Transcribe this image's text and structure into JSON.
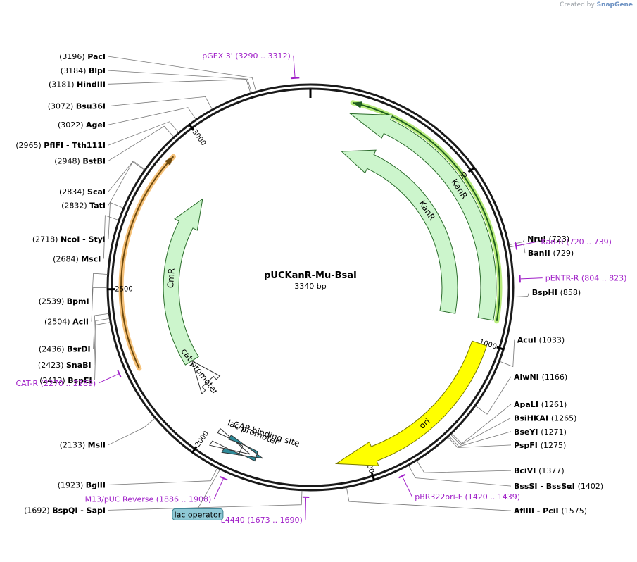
{
  "brand": {
    "created_by": "Created by",
    "name": "SnapGene"
  },
  "plasmid": {
    "name": "pUCKanR-Mu-BsaI",
    "length": "3340 bp",
    "total_bp": 3340
  },
  "ticks": [
    {
      "bp": 500,
      "label": "500"
    },
    {
      "bp": 1000,
      "label": "1000"
    },
    {
      "bp": 1500,
      "label": "1500"
    },
    {
      "bp": 2000,
      "label": "2000"
    },
    {
      "bp": 2500,
      "label": "2500"
    },
    {
      "bp": 3000,
      "label": "3000"
    }
  ],
  "features": [
    {
      "name": "KanR",
      "type": "gene",
      "start": 120,
      "end": 930,
      "track": 1,
      "color": "#ccf5cc",
      "outline": "#2a6b2a",
      "direction": "ccw",
      "label": "KanR"
    },
    {
      "name": "KanR",
      "type": "gene",
      "start": 120,
      "end": 930,
      "track": 2,
      "color": "#ccf5cc",
      "outline": "#2a6b2a",
      "direction": "ccw",
      "label": "KanR"
    },
    {
      "name": "ori",
      "type": "rep_origin",
      "start": 1005,
      "end": 1593,
      "track": 1,
      "color": "#ffff00",
      "outline": "#777700",
      "direction": "cw",
      "label": "ori"
    },
    {
      "name": "CmR",
      "type": "gene",
      "start": 2210,
      "end": 2870,
      "track": 2,
      "color": "#ccf5cc",
      "outline": "#2a6b2a",
      "direction": "cw",
      "label": "CmR"
    },
    {
      "name": "cat promoter",
      "type": "promoter",
      "start": 2110,
      "end": 2210,
      "track": 2,
      "color": "#ffffff",
      "outline": "#333333",
      "direction": "cw",
      "label": "cat promoter"
    }
  ],
  "highlights": [
    {
      "name": "kanr-primer-highlight",
      "start": 120,
      "end": 930,
      "track": 1,
      "color": "#1f5f1f",
      "glow": "#b9ec7c",
      "direction": "ccw"
    },
    {
      "name": "cat-r-highlight",
      "start": 2270,
      "end": 2910,
      "track": 1,
      "color": "#6e4a0e",
      "glow": "#f6c27a",
      "direction": "cw"
    }
  ],
  "small_features": [
    {
      "name": "lac promoter",
      "start": 1855,
      "end": 1885,
      "label": "lac promoter"
    },
    {
      "name": "CAP binding site",
      "start": 1815,
      "end": 1835,
      "label": "CAP binding site"
    }
  ],
  "enzymes": [
    {
      "name": "PacI",
      "pos": "(3196)",
      "bp": 3196
    },
    {
      "name": "BlpI",
      "pos": "(3184)",
      "bp": 3184
    },
    {
      "name": "HindIII",
      "pos": "(3181)",
      "bp": 3181
    },
    {
      "name": "Bsu36I",
      "pos": "(3072)",
      "bp": 3072
    },
    {
      "name": "AgeI",
      "pos": "(3022)",
      "bp": 3022
    },
    {
      "name": "PflFI - Tth111I",
      "pos": "(2965)",
      "bp": 2965
    },
    {
      "name": "BstBI",
      "pos": "(2948)",
      "bp": 2948
    },
    {
      "name": "ScaI",
      "pos": "(2834)",
      "bp": 2834
    },
    {
      "name": "TatI",
      "pos": "(2832)",
      "bp": 2832
    },
    {
      "name": "NcoI - StyI",
      "pos": "(2718)",
      "bp": 2718
    },
    {
      "name": "MscI",
      "pos": "(2684)",
      "bp": 2684
    },
    {
      "name": "BpmI",
      "pos": "(2539)",
      "bp": 2539
    },
    {
      "name": "AclI",
      "pos": "(2504)",
      "bp": 2504
    },
    {
      "name": "BsrDI",
      "pos": "(2436)",
      "bp": 2436
    },
    {
      "name": "SnaBI",
      "pos": "(2423)",
      "bp": 2423
    },
    {
      "name": "BspEI",
      "pos": "(2413)",
      "bp": 2413
    },
    {
      "name": "MslI",
      "pos": "(2133)",
      "bp": 2133
    },
    {
      "name": "BglII",
      "pos": "(1923)",
      "bp": 1923
    },
    {
      "name": "BspQI - SapI",
      "pos": "(1692)",
      "bp": 1692
    },
    {
      "name": "AflIII - PciI",
      "pos": "(1575)",
      "bp": 1575
    },
    {
      "name": "BssSI - BssSαI",
      "pos": "(1402)",
      "bp": 1402
    },
    {
      "name": "BciVI",
      "pos": "(1377)",
      "bp": 1377
    },
    {
      "name": "PspFI",
      "pos": "(1275)",
      "bp": 1275
    },
    {
      "name": "BseYI",
      "pos": "(1271)",
      "bp": 1271
    },
    {
      "name": "BsiHKAI",
      "pos": "(1265)",
      "bp": 1265
    },
    {
      "name": "ApaLI",
      "pos": "(1261)",
      "bp": 1261
    },
    {
      "name": "AlwNI",
      "pos": "(1166)",
      "bp": 1166
    },
    {
      "name": "AcuI",
      "pos": "(1033)",
      "bp": 1033
    },
    {
      "name": "BspHI",
      "pos": "(858)",
      "bp": 858
    },
    {
      "name": "BanII",
      "pos": "(729)",
      "bp": 729
    },
    {
      "name": "NruI",
      "pos": "(723)",
      "bp": 723
    }
  ],
  "primers": [
    {
      "name": "pGEX 3'",
      "range": "(3290 .. 3312)",
      "start": 3290,
      "end": 3312
    },
    {
      "name": "Kan-R",
      "range": "(720 .. 739)",
      "start": 720,
      "end": 739
    },
    {
      "name": "pENTR-R",
      "range": "(804 .. 823)",
      "start": 804,
      "end": 823
    },
    {
      "name": "pBR322ori-F",
      "range": "(1420 .. 1439)",
      "start": 1420,
      "end": 1439
    },
    {
      "name": "L4440",
      "range": "(1673 .. 1690)",
      "start": 1673,
      "end": 1690
    },
    {
      "name": "M13/pUC Reverse",
      "range": "(1886 .. 1908)",
      "start": 1886,
      "end": 1908
    },
    {
      "name": "CAT-R",
      "range": "(2270 .. 2289)",
      "start": 2270,
      "end": 2289
    }
  ],
  "lac_operator": {
    "label": "lac operator",
    "bp": 1915
  }
}
